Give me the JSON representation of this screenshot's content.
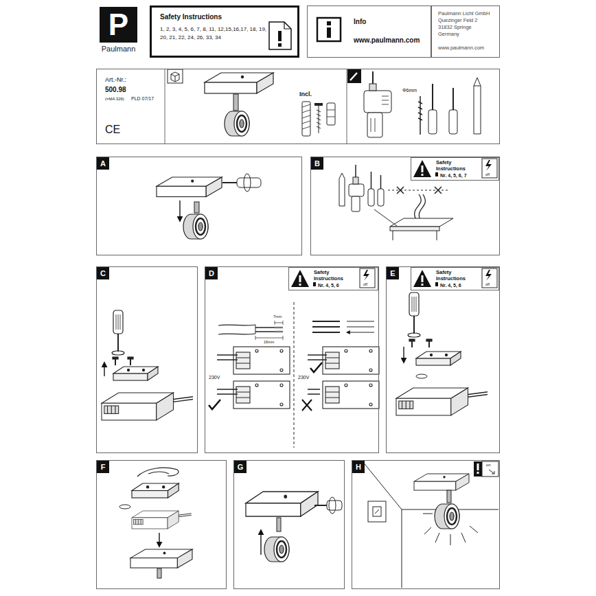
{
  "diagram": {
    "nodes": [
      {
        "text": [
          "P",
          "Paulmann"
        ]
      },
      {
        "text": [
          "Safety Instructions",
          "1, 2, 3, 4, 5, 6, 7, 8, 11, 12,15,16,17, 18, 19, 20, 21, 22, 24, 26, 33, 34"
        ]
      },
      {
        "text": [
          "Info",
          "www.paulmann.com"
        ]
      },
      {
        "text": [
          "Paulmann Licht GmbH",
          "Quezinger Feld 2",
          "31832 Springe",
          "Germany",
          "www.paulmann.com"
        ]
      },
      {
        "text": [
          "Art.-Nr.:",
          "500.98",
          "(=MA 326)",
          "PLD 07/17",
          "CE"
        ]
      },
      {
        "text": [
          "A"
        ]
      },
      {
        "text": [
          "B"
        ]
      },
      {
        "text": [
          "Safety Instructions",
          "Nr. 4, 5, 6, 7",
          "off"
        ],
        "in": 6
      },
      {
        "text": [
          "C"
        ]
      },
      {
        "text": [
          "D"
        ]
      },
      {
        "text": [
          "Safety Instructions",
          "Nr. 4, 5, 6",
          "off"
        ],
        "in": 9
      },
      {
        "text": [
          "E"
        ]
      },
      {
        "text": [
          "Safety Instructions",
          "Nr. 4, 5, 6",
          "off"
        ],
        "in": 11
      },
      {
        "text": [
          "F"
        ]
      },
      {
        "text": [
          "G"
        ]
      },
      {
        "text": [
          "H"
        ]
      }
    ],
    "labels": [
      "Incl.",
      "Φ6mm",
      "7mm",
      "16mm",
      "230V",
      "230V",
      "on"
    ]
  }
}
